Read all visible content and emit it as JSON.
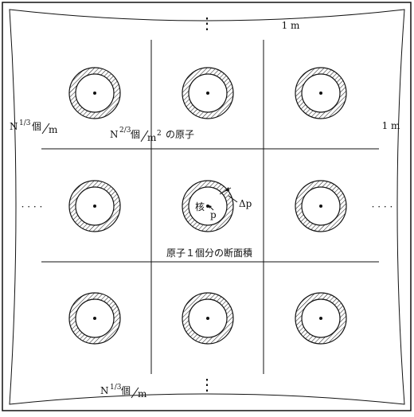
{
  "labels": {
    "top_edge": "1 m",
    "right_edge": "1 m",
    "left_edge": "N",
    "left_edge_exp": "1/3",
    "left_edge_unit": "個",
    "left_edge_per": "m",
    "bottom_edge": "N",
    "bottom_edge_exp": "1/3",
    "bottom_edge_unit": "個",
    "bottom_edge_per": "m",
    "areal_density": "N",
    "areal_density_exp": "2/3",
    "areal_density_unit": "個",
    "areal_density_per": "m",
    "areal_density_per_exp": "2",
    "areal_density_suffix": "の原子",
    "nucleus": "核",
    "nucleus_radius": "p",
    "shell_thickness": "Δp",
    "cross_section": "原子１個分の断面積"
  },
  "continuation": {
    "horizontal": "· · · ·",
    "vertical": "⋮"
  },
  "colors": {
    "ink": "#111111",
    "background": "#ffffff"
  }
}
